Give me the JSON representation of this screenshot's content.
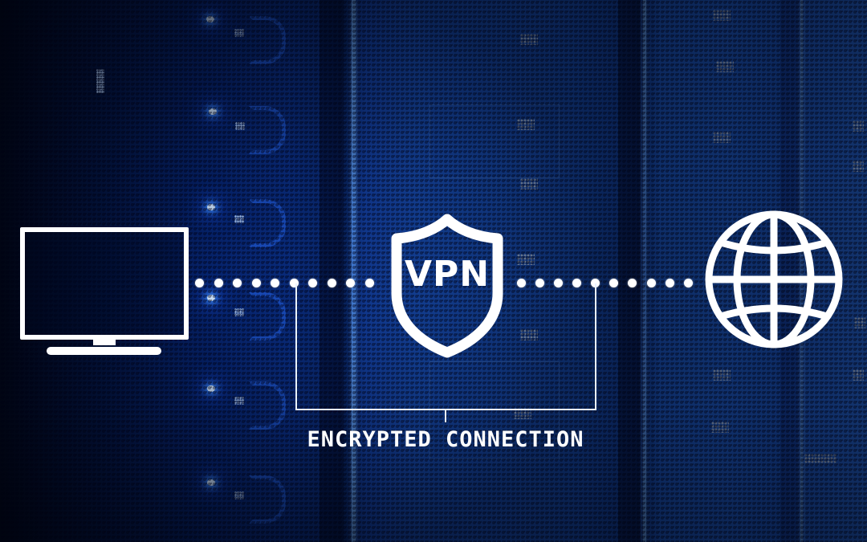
{
  "scene": {
    "description": "VPN encrypted connection illustration over server rack background",
    "background_colors": {
      "left_dark": "#010616",
      "mid_blue": "#1a55c4",
      "right_blue": "#2a6fe0",
      "rail_light": "#6fb0ff",
      "led_glow": "#3c8cff"
    }
  },
  "diagram": {
    "client": {
      "icon": "laptop-icon"
    },
    "tunnel": {
      "icon": "shield-icon",
      "label": "VPN"
    },
    "destination": {
      "icon": "globe-icon"
    },
    "connection_caption": "ENCRYPTED CONNECTION",
    "foreground_color": "#ffffff"
  }
}
